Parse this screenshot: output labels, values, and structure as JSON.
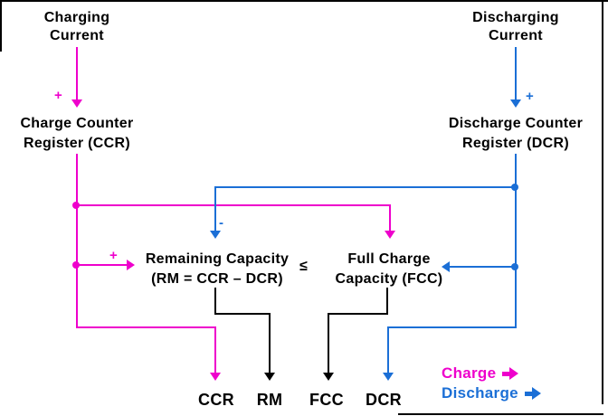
{
  "colors": {
    "charge": "#ee00cc",
    "discharge": "#1b6fd6",
    "line_black": "#000000",
    "background": "#ffffff"
  },
  "nodes": {
    "charging_current": {
      "line1": "Charging",
      "line2": "Current"
    },
    "discharging_current": {
      "line1": "Discharging",
      "line2": "Current"
    },
    "charge_counter": {
      "line1": "Charge Counter",
      "line2": "Register (CCR)"
    },
    "discharge_counter": {
      "line1": "Discharge Counter",
      "line2": "Register (DCR)"
    },
    "remaining_capacity": {
      "line1": "Remaining Capacity",
      "line2": "(RM = CCR – DCR)"
    },
    "full_charge": {
      "line1": "Full Charge",
      "line2": "Capacity (FCC)"
    },
    "comparator": "≤"
  },
  "signs": {
    "charging_plus": "+",
    "discharging_plus": "+",
    "remaining_plus": "+",
    "remaining_minus": "-"
  },
  "outputs": {
    "ccr": "CCR",
    "rm": "RM",
    "fcc": "FCC",
    "dcr": "DCR"
  },
  "legend": {
    "charge_label": "Charge",
    "discharge_label": "Discharge",
    "arrow_icon": "right-arrow"
  }
}
